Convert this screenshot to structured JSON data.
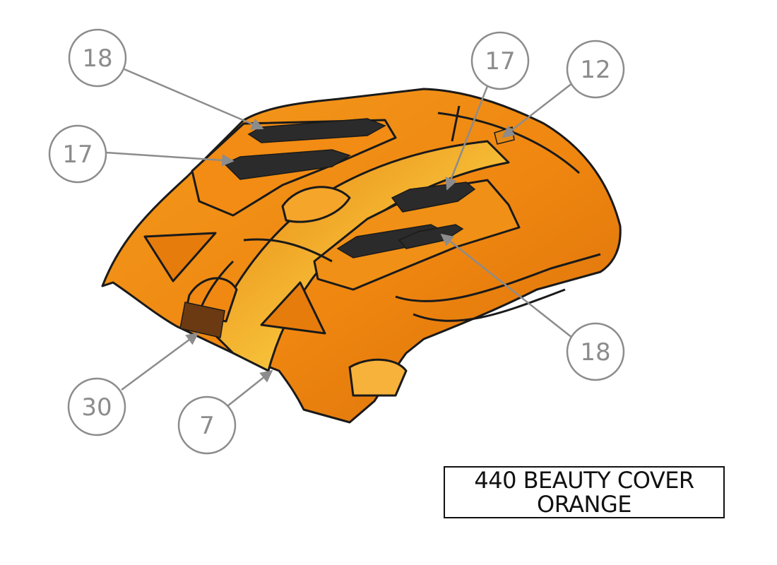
{
  "title_block": {
    "line1": "440 BEAUTY COVER",
    "line2": "ORANGE"
  },
  "balloons": [
    {
      "id": "b1",
      "label": "18"
    },
    {
      "id": "b2",
      "label": "17"
    },
    {
      "id": "b3",
      "label": "17"
    },
    {
      "id": "b4",
      "label": "12"
    },
    {
      "id": "b5",
      "label": "18"
    },
    {
      "id": "b6",
      "label": "30"
    },
    {
      "id": "b7",
      "label": "7"
    }
  ],
  "colors": {
    "part_fill": "#f08a12",
    "part_highlight": "#f6b02a",
    "part_shadow": "#c9650a",
    "outline": "#1a1a1a",
    "badge": "#2b2b2b",
    "balloon_stroke": "#8c8c8c",
    "leader": "#8c8c8c"
  }
}
